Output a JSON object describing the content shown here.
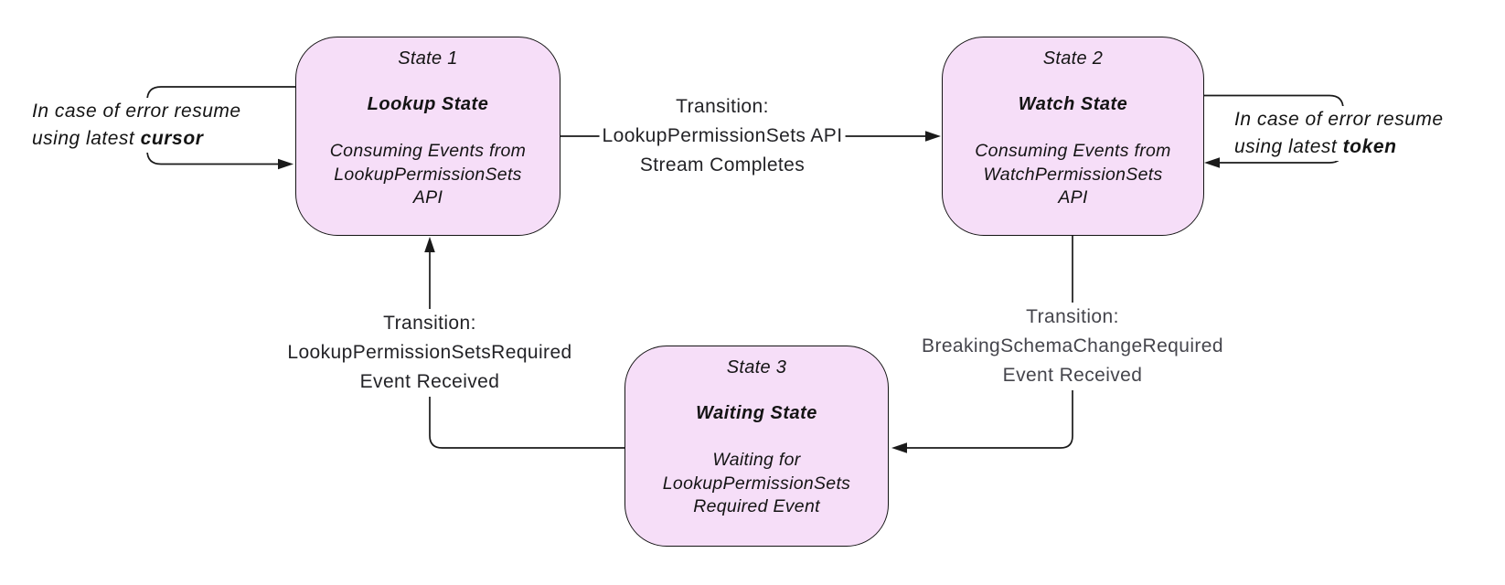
{
  "theme": {
    "background": "#ffffff",
    "node_fill": "#f6def8",
    "node_border": "#141414",
    "line_color": "#1a1a1a",
    "text_color": "#141414",
    "transition_text_color": "#232327",
    "transition_text_muted": "#45454c"
  },
  "states": [
    {
      "id": "state-1",
      "title": "State 1",
      "name": "Lookup State",
      "description": "Consuming Events from\nLookupPermissionSets\nAPI"
    },
    {
      "id": "state-2",
      "title": "State 2",
      "name": "Watch State",
      "description": "Consuming Events from\nWatchPermissionSets\nAPI"
    },
    {
      "id": "state-3",
      "title": "State 3",
      "name": "Waiting State",
      "description": "Waiting for\nLookupPermissionSets\nRequired Event"
    }
  ],
  "transitions": [
    {
      "from": "State 1",
      "to": "State 2",
      "label": "Transition:\nLookupPermissionSets API\nStream Completes"
    },
    {
      "from": "State 2",
      "to": "State 3",
      "label": "Transition:\nBreakingSchemaChangeRequired\nEvent Received"
    },
    {
      "from": "State 3",
      "to": "State 1",
      "label": "Transition:\nLookupPermissionSetsRequired\nEvent Received"
    }
  ],
  "error_notes": [
    {
      "state": "State 1",
      "text": "In case of error resume\nusing latest ",
      "keyword": "cursor"
    },
    {
      "state": "State 2",
      "text": "In case of error resume\nusing latest ",
      "keyword": "token"
    }
  ]
}
